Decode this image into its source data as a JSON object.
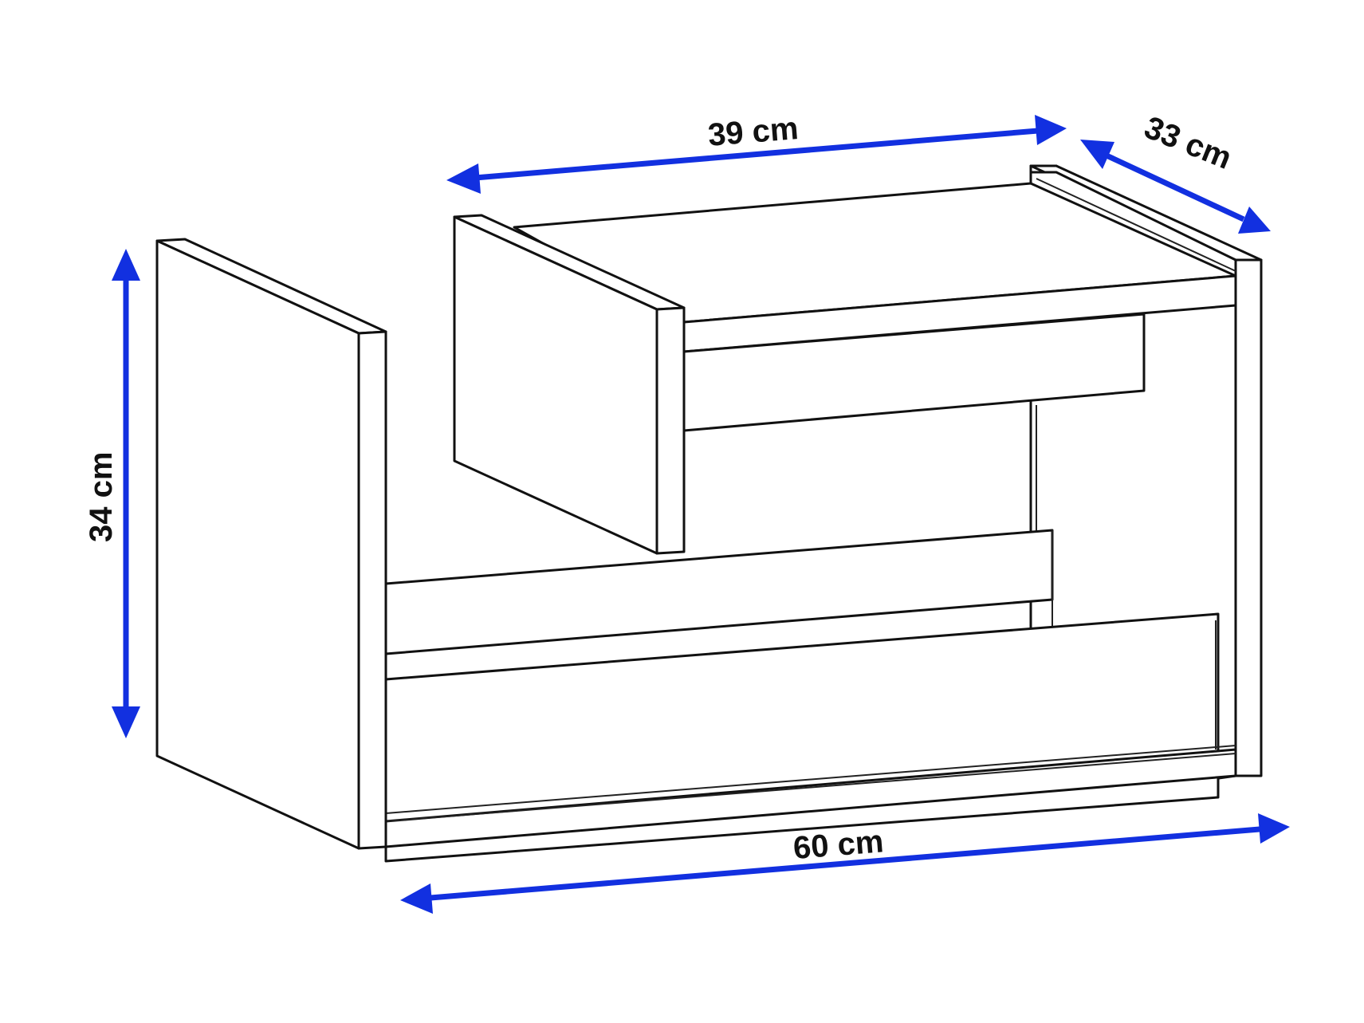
{
  "colors": {
    "arrow": "#1230e0",
    "outline": "#111111",
    "background": "#ffffff"
  },
  "dimensions": {
    "top_width": "39 cm",
    "depth": "33 cm",
    "height": "34 cm",
    "bottom_width": "60 cm"
  }
}
